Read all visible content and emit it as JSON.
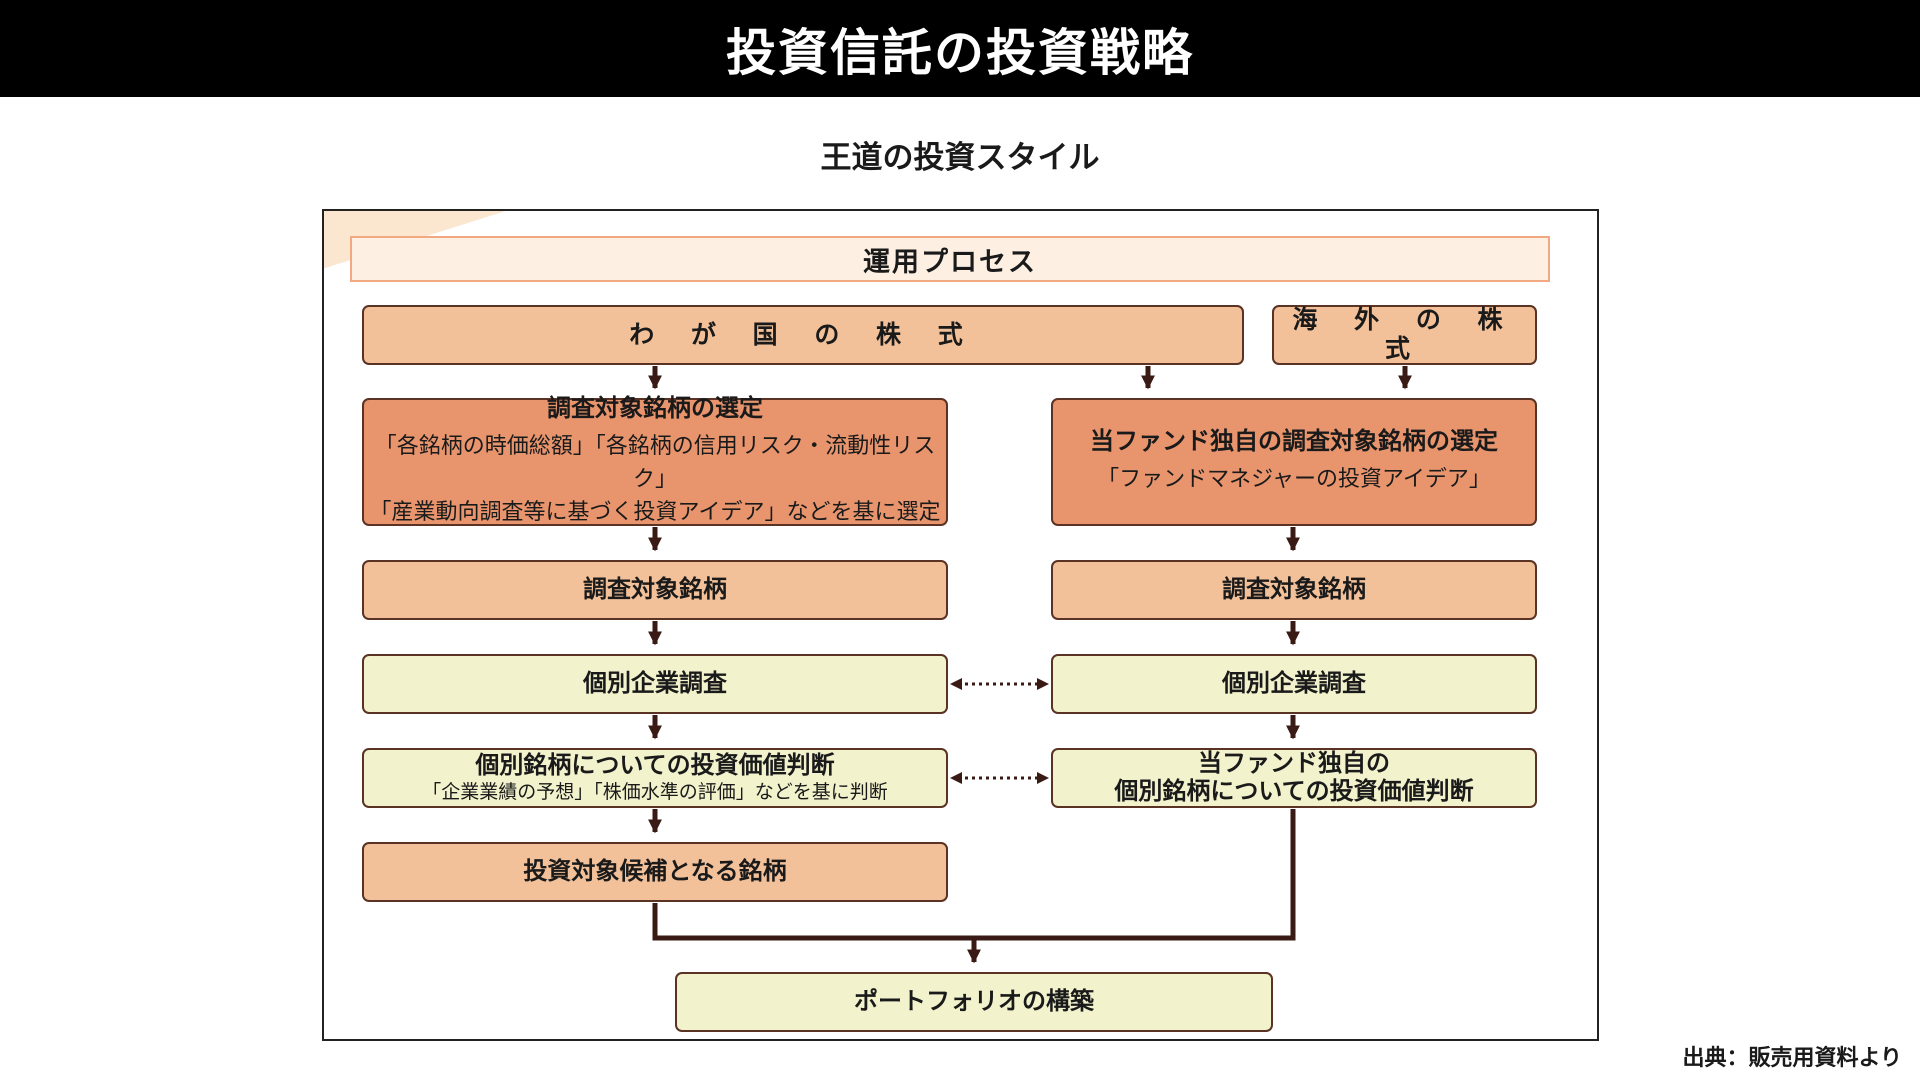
{
  "title": "投資信託の投資戦略",
  "subtitle": "王道の投資スタイル",
  "diagram": {
    "process_header": "運用プロセス",
    "domestic": {
      "market": "わ が 国 の 株 式",
      "selection_title": "調査対象銘柄の選定",
      "selection_line1": "「各銘柄の時価総額」「各銘柄の信用リスク・流動性リスク」",
      "selection_line2": "「産業動向調査等に基づく投資アイデア」などを基に選定",
      "research_universe": "調査対象銘柄",
      "company_research": "個別企業調査",
      "valuation_title": "個別銘柄についての投資価値判断",
      "valuation_sub": "「企業業績の予想」「株価水準の評価」などを基に判断",
      "candidates": "投資対象候補となる銘柄"
    },
    "foreign": {
      "market": "海 外 の 株 式",
      "selection_title": "当ファンド独自の調査対象銘柄の選定",
      "selection_sub": "「ファンドマネジャーの投資アイデア」",
      "research_universe": "調査対象銘柄",
      "company_research": "個別企業調査",
      "valuation_line1": "当ファンド独自の",
      "valuation_line2": "個別銘柄についての投資価値判断"
    },
    "portfolio": "ポートフォリオの構築"
  },
  "source": "出典：販売用資料より",
  "colors": {
    "peach": "#f2c19a",
    "salmon": "#e8956e",
    "cream": "#f2f2cd",
    "connector": "#3a1a14"
  }
}
